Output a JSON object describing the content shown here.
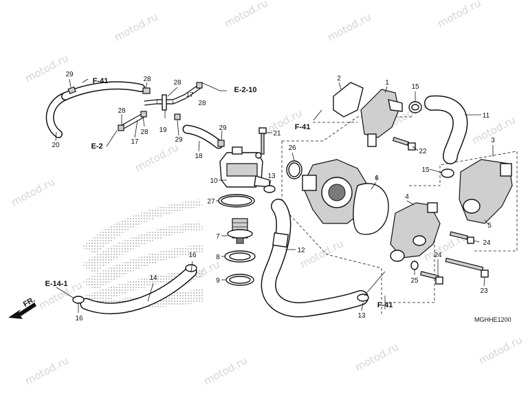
{
  "watermark": "motod.ru",
  "diagram_code": "MGHHE1200",
  "front_marker": "FR.",
  "section_refs": {
    "f41_top": "F-41",
    "e2_10": "E-2-10",
    "e2": "E-2",
    "f41_mid": "F-41",
    "e14_1": "E-14-1",
    "f41_bottom": "F-41"
  },
  "callouts": {
    "p1": "1",
    "p2": "2",
    "p3": "3",
    "p4": "4",
    "p5": "5",
    "p6": "6",
    "p7": "7",
    "p8": "8",
    "p9": "9",
    "p10": "10",
    "p11": "11",
    "p12": "12",
    "p13a": "13",
    "p13b": "13",
    "p14": "14",
    "p15a": "15",
    "p15b": "15",
    "p16a": "16",
    "p16b": "16",
    "p17a": "17",
    "p17b": "17",
    "p18": "18",
    "p19": "19",
    "p20": "20",
    "p21": "21",
    "p22": "22",
    "p23": "23",
    "p24a": "24",
    "p24b": "24",
    "p25": "25",
    "p26": "26",
    "p27": "27",
    "p28a": "28",
    "p28b": "28",
    "p28c": "28",
    "p28d": "28",
    "p28e": "28",
    "p29a": "29",
    "p29b": "29",
    "p29c": "29"
  },
  "colors": {
    "line": "#111111",
    "watermark": "#d4d4d4",
    "fill": "#cfcfcf"
  }
}
